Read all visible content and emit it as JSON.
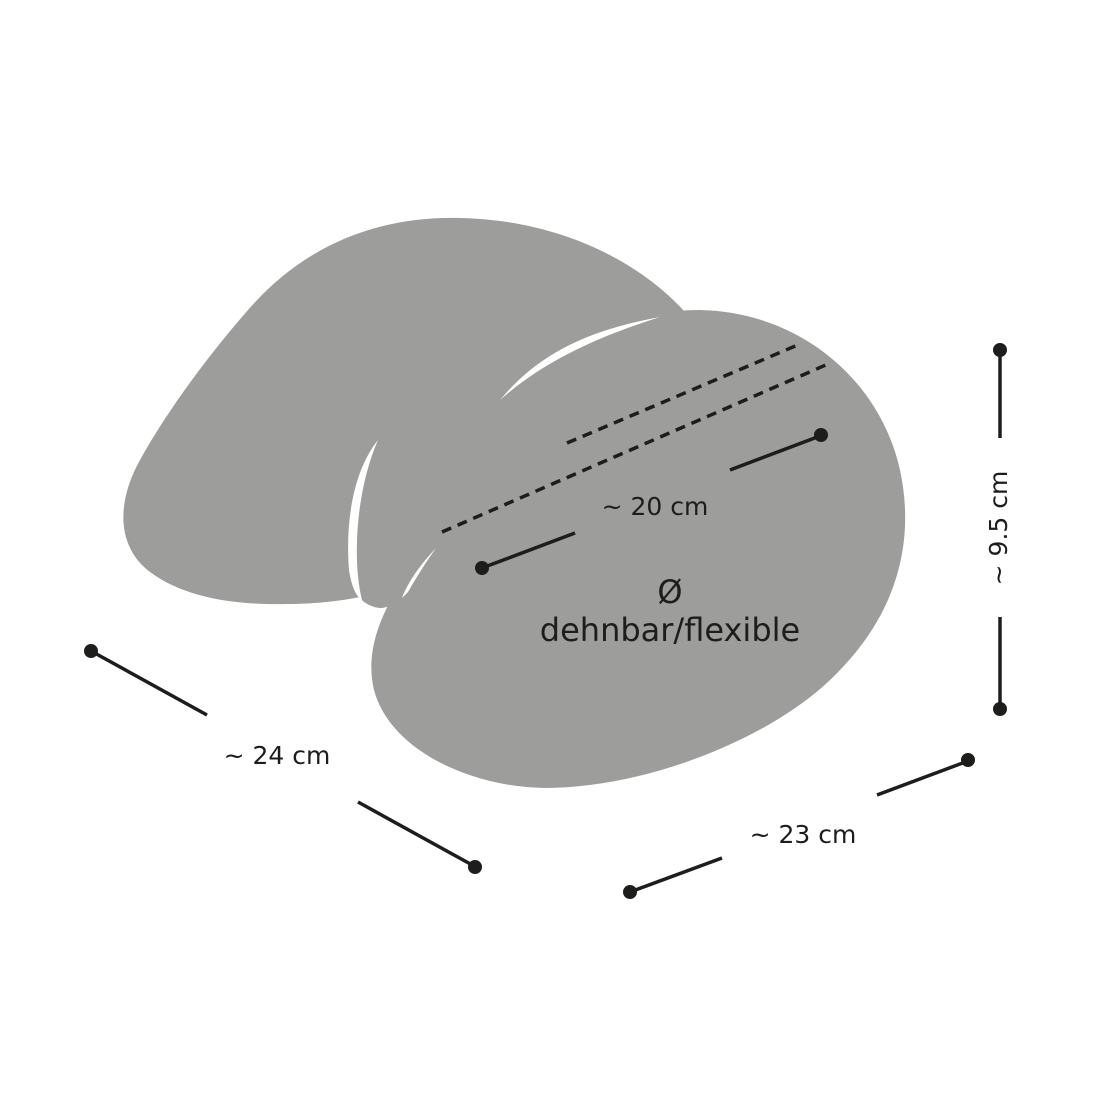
{
  "colors": {
    "background": "#ffffff",
    "shape_fill": "#9d9d9c",
    "shape_highlight": "#ffffff",
    "line": "#1d1d1b",
    "text": "#1d1d1b"
  },
  "dimensions": {
    "length_left": "~ 24 cm",
    "length_front": "~ 23 cm",
    "height": "~ 9.5 cm",
    "opening_depth": "~ 20 cm"
  },
  "opening": {
    "diameter_symbol": "Ø",
    "diameter_label": "dehnbar/flexible"
  }
}
